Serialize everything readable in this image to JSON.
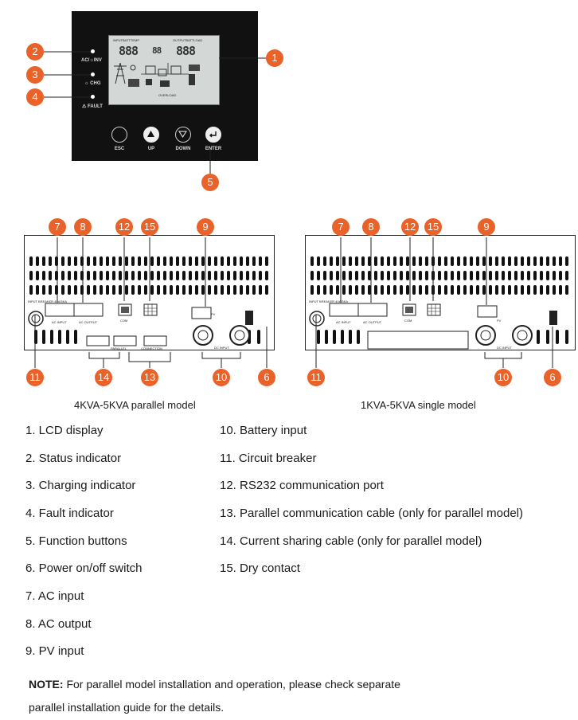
{
  "panel": {
    "ac_inv_label": "AC/☼INV",
    "chg_label": "☼ CHG",
    "fault_label": "⚠ FAULT",
    "lcd_input_label": "INPUTBATTTEMP",
    "lcd_output_label": "OUTPUTBATTLOAD",
    "lcd_digits_left": "888",
    "lcd_digits_mid": "88",
    "lcd_digits_right": "888",
    "lcd_overload": "OVERLOAD",
    "buttons": [
      {
        "label": "ESC",
        "icon": "circle-icon"
      },
      {
        "label": "UP",
        "icon": "up-triangle-icon"
      },
      {
        "label": "DOWN",
        "icon": "down-triangle-icon"
      },
      {
        "label": "ENTER",
        "icon": "enter-arrow-icon"
      }
    ]
  },
  "callouts": {
    "c1": "1",
    "c2": "2",
    "c3": "3",
    "c4": "4",
    "c5": "5",
    "c6": "6",
    "c7": "7",
    "c8": "8",
    "c9": "9",
    "c10": "10",
    "c11": "11",
    "c12": "12",
    "c13": "13",
    "c14": "14",
    "c15": "15"
  },
  "units": {
    "parallel": {
      "caption": "4KVA-5KVA parallel model",
      "breaker_label": "INPUT BREAKER 40A/5KA",
      "ac_input_label": "AC INPUT",
      "ac_output_label": "AC OUTPUT",
      "com_label": "COM",
      "pv_label": "PV",
      "dc_input_label": "DC INPUT",
      "parallel_label": "PARALLEL",
      "connection_label": "CONNECTION"
    },
    "single": {
      "caption": "1KVA-5KVA single model",
      "breaker_label": "INPUT BREAKER 40A/5KA",
      "ac_input_label": "AC INPUT",
      "ac_output_label": "AC OUTPUT",
      "com_label": "COM",
      "pv_label": "PV",
      "dc_input_label": "DC INPUT"
    }
  },
  "legend_left": [
    "1. LCD display",
    "2. Status indicator",
    "3. Charging indicator",
    "4. Fault indicator",
    "5. Function buttons",
    "6. Power on/off switch",
    "7. AC input",
    "8. AC output",
    "9. PV input"
  ],
  "legend_right": [
    "10. Battery input",
    "11. Circuit breaker",
    "12. RS232 communication port",
    "13. Parallel communication cable (only for parallel model)",
    "14. Current sharing cable (only for parallel model)",
    "15. Dry contact"
  ],
  "note": {
    "bold": "NOTE:",
    "line1": "For parallel model installation and operation, please check separate",
    "line2": "parallel installation guide for the details."
  },
  "colors": {
    "callout": "#e8622a",
    "panel": "#111111",
    "lcd": "#d3d7d6"
  }
}
